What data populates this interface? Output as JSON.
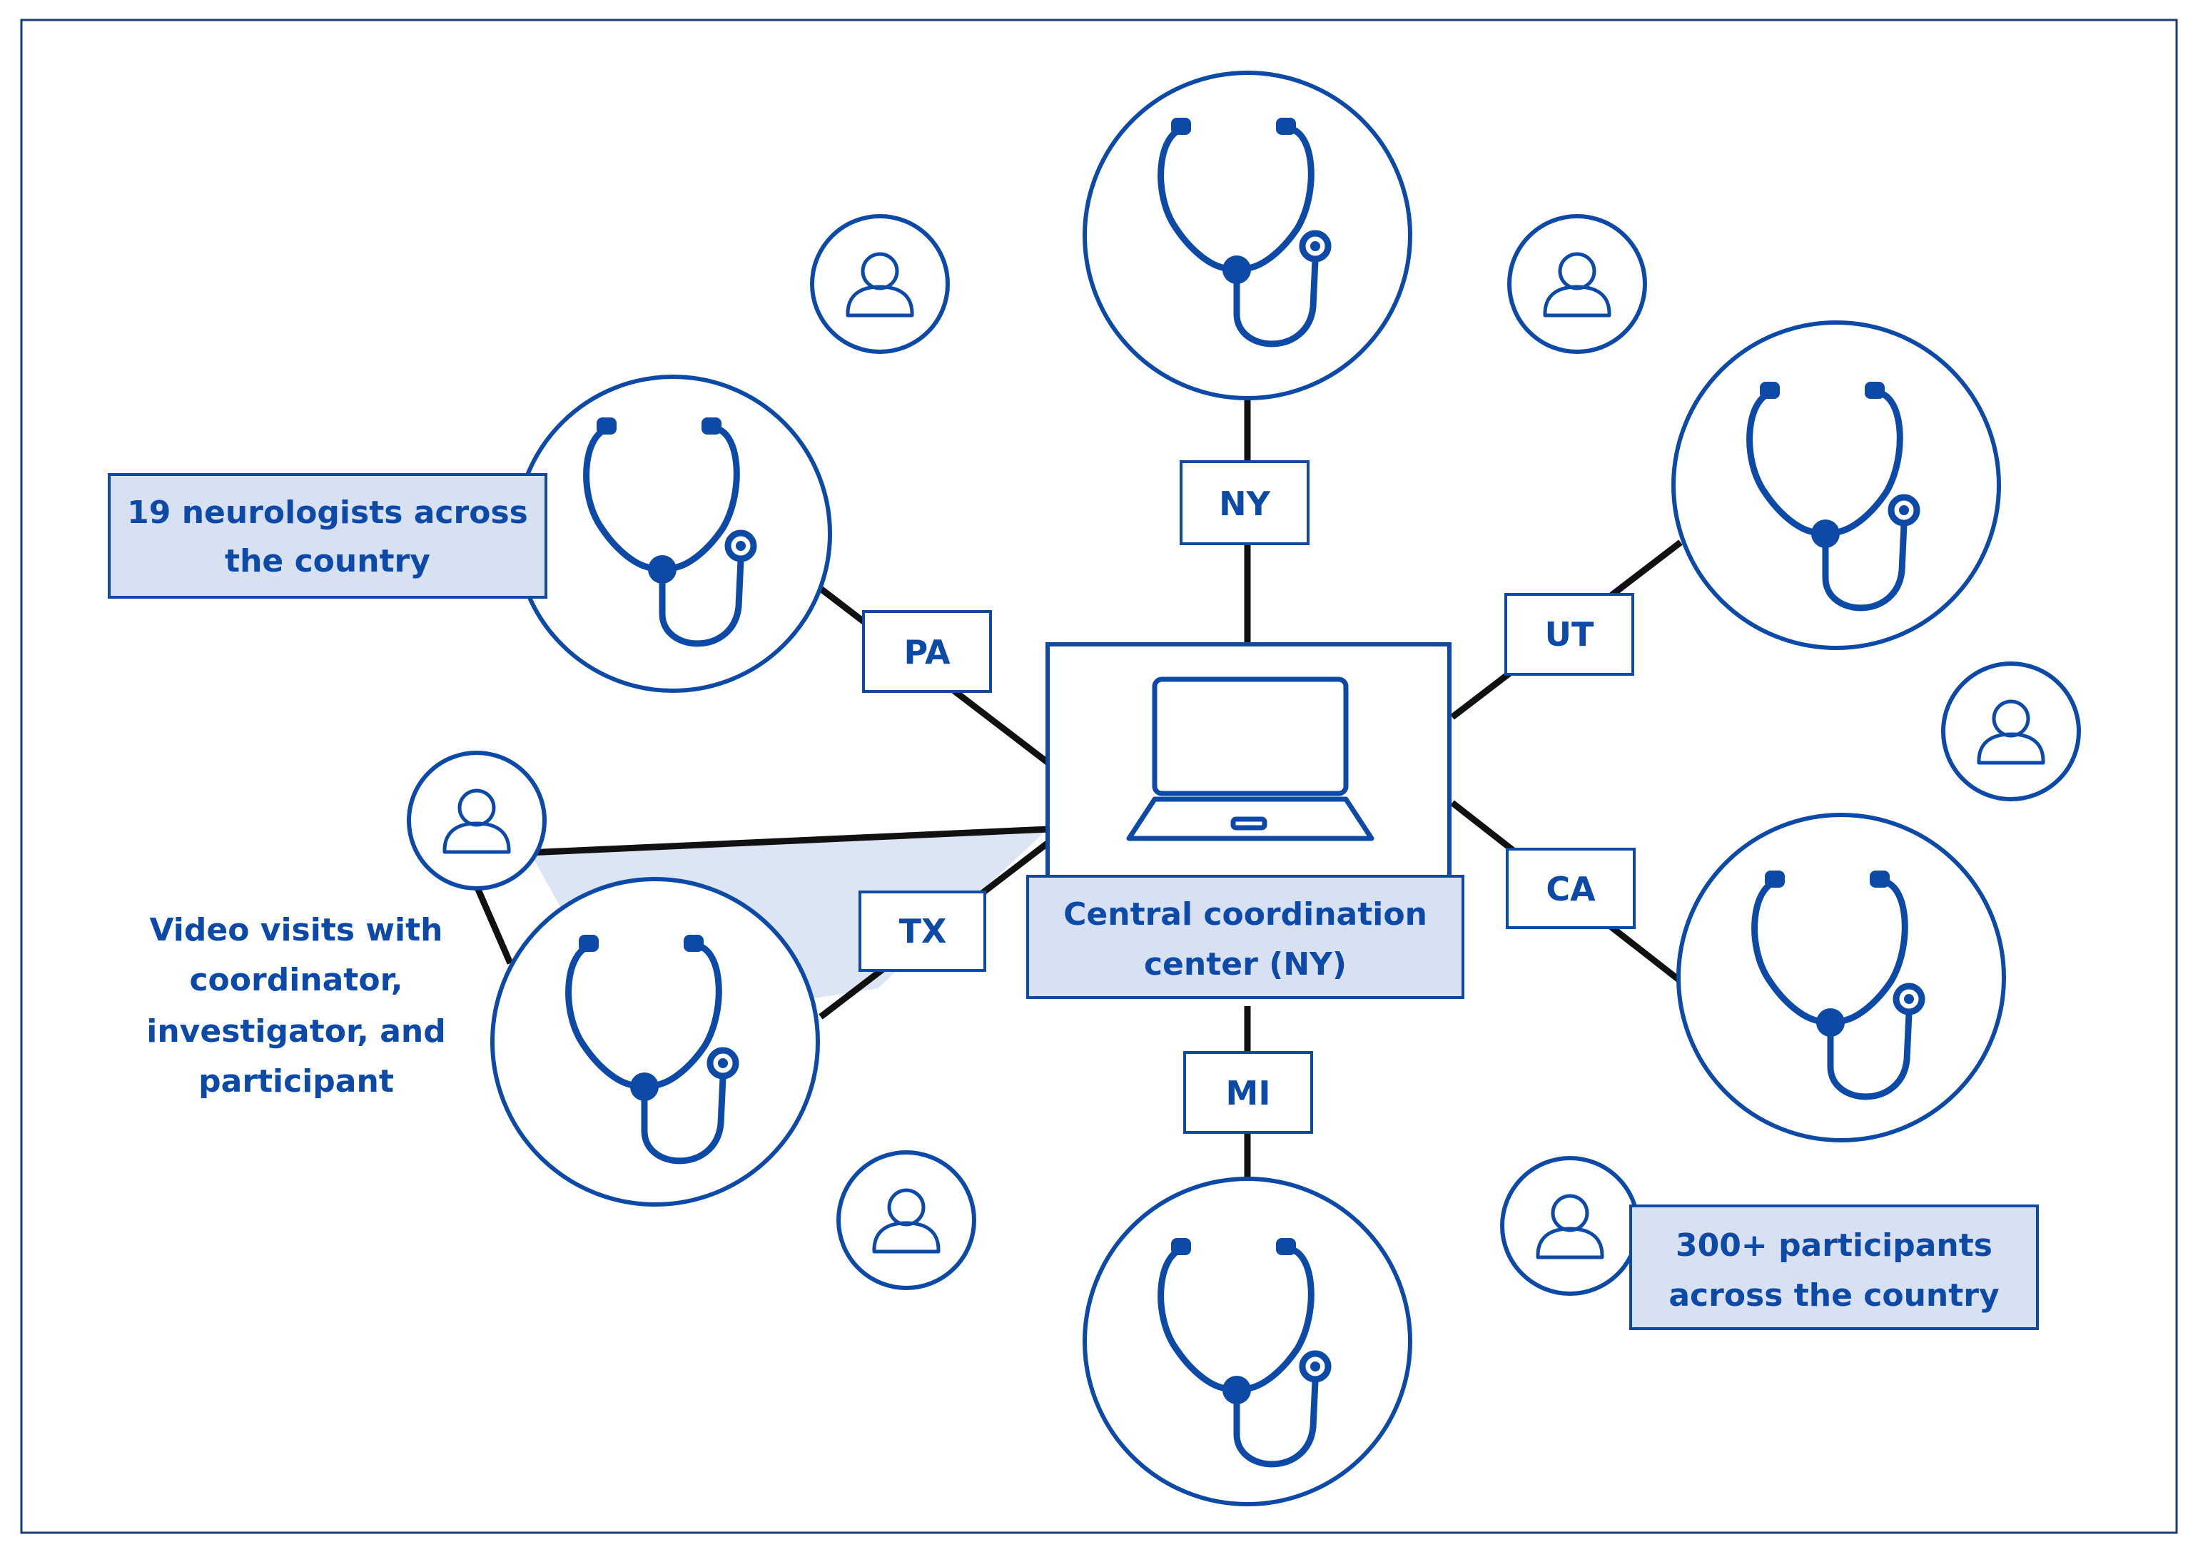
{
  "diagram": {
    "states": {
      "ny": "NY",
      "pa": "PA",
      "ut": "UT",
      "tx": "TX",
      "ca": "CA",
      "mi": "MI"
    },
    "center": {
      "line1": "Central coordination",
      "line2": "center (NY)"
    },
    "callouts": {
      "neurologists_line1": "19 neurologists across",
      "neurologists_line2": "the country",
      "participants_line1": "300+ participants",
      "participants_line2": "across the country"
    },
    "video_visits": {
      "line1": "Video visits with",
      "line2": "coordinator,",
      "line3": "investigator, and",
      "line4": "participant"
    },
    "icons": {
      "doctor": "stethoscope-icon",
      "participant": "person-icon",
      "center": "laptop-icon"
    },
    "colors": {
      "primary_blue": "#0d4aa8",
      "highlight_fill": "#d7e1f1",
      "connector": "#111111"
    }
  }
}
